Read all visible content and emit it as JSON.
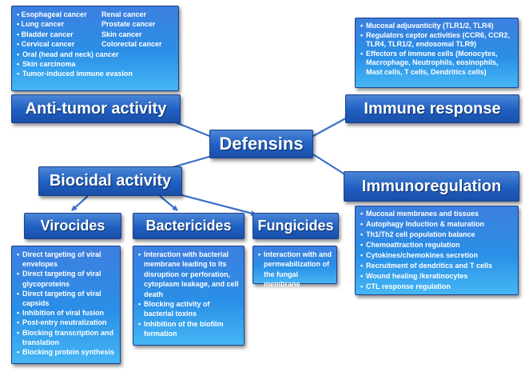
{
  "center": {
    "title": "Defensins"
  },
  "anti_tumor": {
    "title": "Anti-tumor activity",
    "paired_items": [
      [
        "Esophageal cancer",
        "Renal cancer"
      ],
      [
        "Lung cancer",
        "Prostate cancer"
      ],
      [
        "Bladder cancer",
        "Skin cancer"
      ],
      [
        "Cervical cancer",
        "Colorectal cancer"
      ]
    ],
    "items": [
      "Oral (head and neck) cancer",
      "Skin carcinoma",
      "Tumor-induced immune evasion"
    ]
  },
  "immune_response": {
    "title": "Immune response",
    "items": [
      "Mucosal adjuvanticity (TLR1/2, TLR4)",
      "Regulators ceptor activities (CCR6, CCR2, TLR4, TLR1/2, endosomal TLR9)",
      "Effectors of immune cells (Monocytes, Macrophage, Neutrophils, eosinophils, Mast cells, T cells, Dendritics cells)"
    ]
  },
  "biocidal": {
    "title": "Biocidal activity"
  },
  "immunoregulation": {
    "title": "Immunoregulation",
    "items": [
      "Mucosal membranes and tissues",
      "Autophagy Induction & maturation",
      "Th1/Th2 cell population balance",
      "Chemoattraction regulation",
      "Cytokines/chemokines secretion",
      "Recruitment  of dendritics and  T  cells",
      "Wound healing /keratinocytes",
      "CTL response regulation"
    ]
  },
  "virocides": {
    "title": "Virocides",
    "items": [
      "Direct targeting of viral envelopes",
      "Direct targeting of viral glycoproteins",
      "Direct targeting of viral capsids",
      "Inhibition of viral fusion",
      "Post-entry neutralization",
      "Blocking transcription and translation",
      "Blocking protein synthesis"
    ]
  },
  "bactericides": {
    "title": "Bactericides",
    "items": [
      "Interaction with bacterial membrane leading to its disruption or perforation, cytoplasm leakage, and cell death",
      "Blocking activity of bacterial toxins",
      "Inhibition of the biofilm formation"
    ]
  },
  "fungicides": {
    "title": "Fungicides",
    "items": [
      "Interaction with and permeabilization of the fungal membrane"
    ]
  },
  "colors": {
    "header_dark": "#1a4fa8",
    "header_light": "#4a86d6",
    "list_top": "#3d7fe0",
    "list_bottom": "#45b6f5",
    "arrow": "#3b6fc9"
  }
}
